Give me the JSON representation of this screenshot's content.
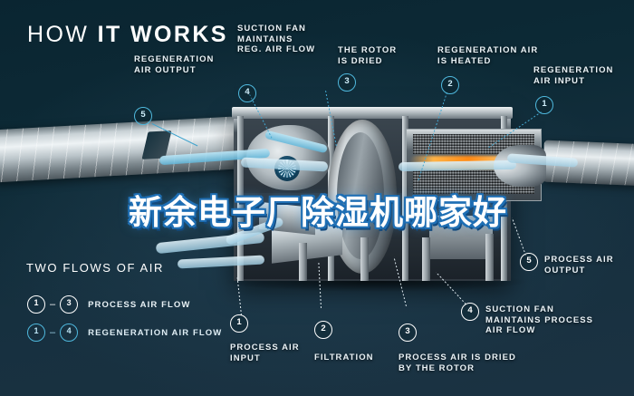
{
  "header": {
    "title_light": "HOW ",
    "title_bold": "IT WORKS"
  },
  "overlay": {
    "watermark_text": "新余电子厂除湿机哪家好"
  },
  "colors": {
    "background_dark": "#0a2530",
    "background_light": "#1b3242",
    "accent_blue": "#4fb8dd",
    "callout_white": "#ffffff",
    "heater_orange": "#ff8a14"
  },
  "callouts": [
    {
      "id": "regeneration-air-output",
      "number": "5",
      "marker_style": "blue",
      "lines": [
        "REGENERATION",
        "AIR OUTPUT"
      ]
    },
    {
      "id": "suction-fan-reg",
      "number": "4",
      "marker_style": "blue",
      "lines": [
        "SUCTION FAN",
        "MAINTAINS",
        "REG. AIR FLOW"
      ]
    },
    {
      "id": "rotor-is-dried",
      "number": "3",
      "marker_style": "blue",
      "lines": [
        "THE ROTOR",
        "IS DRIED"
      ]
    },
    {
      "id": "regeneration-air-heated",
      "number": "2",
      "marker_style": "blue",
      "lines": [
        "REGENERATION AIR",
        "IS HEATED"
      ]
    },
    {
      "id": "regeneration-air-input",
      "number": "1",
      "marker_style": "blue",
      "lines": [
        "REGENERATION",
        "AIR INPUT"
      ]
    },
    {
      "id": "process-air-input",
      "number": "1",
      "marker_style": "white",
      "lines": [
        "PROCESS AIR",
        "INPUT"
      ]
    },
    {
      "id": "filtration",
      "number": "2",
      "marker_style": "white",
      "lines": [
        "FILTRATION"
      ]
    },
    {
      "id": "process-air-dried",
      "number": "3",
      "marker_style": "white",
      "lines": [
        "PROCESS AIR IS DRIED",
        "BY THE ROTOR"
      ]
    },
    {
      "id": "suction-fan-process",
      "number": "4",
      "marker_style": "white",
      "lines": [
        "SUCTION FAN",
        "MAINTAINS PROCESS",
        "AIR FLOW"
      ]
    },
    {
      "id": "process-air-output",
      "number": "5",
      "marker_style": "white",
      "lines": [
        "PROCESS AIR",
        "OUTPUT"
      ]
    }
  ],
  "legend": {
    "title": "TWO FLOWS OF AIR",
    "rows": [
      {
        "from": "1",
        "dash": "–",
        "to": "3",
        "label": "PROCESS AIR FLOW",
        "style": "white"
      },
      {
        "from": "1",
        "dash": "–",
        "to": "4",
        "label": "REGENERATION AIR FLOW",
        "style": "blue"
      }
    ]
  }
}
